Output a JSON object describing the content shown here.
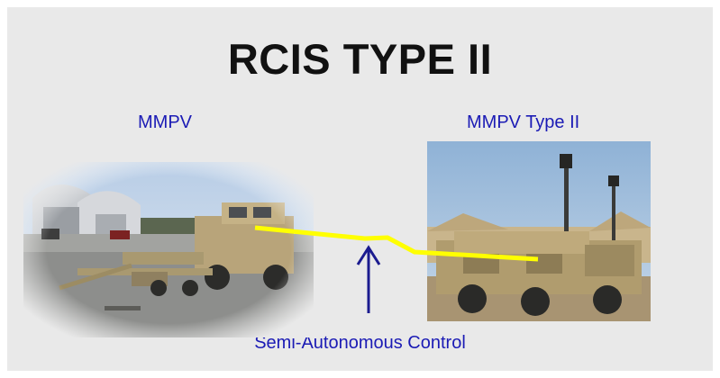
{
  "slide": {
    "title": "RCIS TYPE II",
    "left_vehicle_label": "MMPV",
    "right_vehicle_label": "MMPV Type II",
    "control_label": "Semi-Autonomous Control"
  },
  "colors": {
    "background": "#e9e9e9",
    "title": "#111111",
    "label_blue": "#1b1bb5",
    "link_line": "#ffff00",
    "arrow": "#1b1b8f"
  },
  "images": {
    "left": "mmpv-vehicle-with-towed-equipment-photo",
    "right": "mmpv-type-ii-vehicle-with-mast-photo"
  }
}
